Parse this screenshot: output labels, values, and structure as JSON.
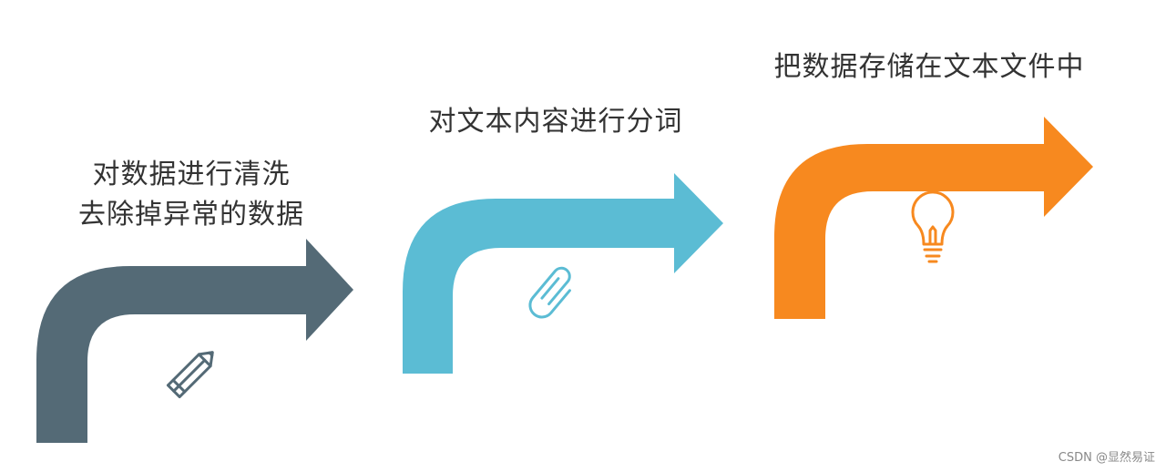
{
  "steps": [
    {
      "id": "step1",
      "lines": [
        "对数据进行清洗",
        "去除掉异常的数据"
      ],
      "color": "#546a76",
      "icon": "pencil-icon"
    },
    {
      "id": "step2",
      "lines": [
        "对文本内容进行分词"
      ],
      "color": "#5bbcd4",
      "icon": "paperclip-icon"
    },
    {
      "id": "step3",
      "lines": [
        "把数据存储在文本文件中"
      ],
      "color": "#f7891f",
      "icon": "lightbulb-icon"
    }
  ],
  "watermark": "CSDN @显然易证"
}
